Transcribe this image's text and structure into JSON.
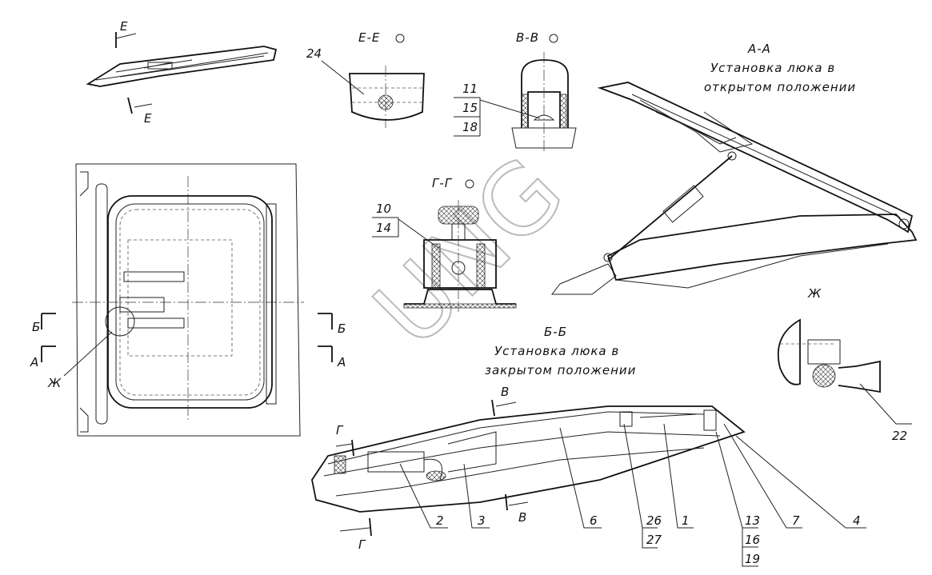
{
  "sections": {
    "E": {
      "title": "Е-Е",
      "marker": "Е",
      "callout": "24"
    },
    "V": {
      "title": "В-В",
      "marker": "В",
      "callouts": [
        "11",
        "15",
        "18"
      ]
    },
    "G": {
      "title": "Г-Г",
      "marker": "Г",
      "callouts": [
        "10",
        "14"
      ]
    },
    "A": {
      "title": "А-А",
      "subtitle_line1": "Установка люка в",
      "subtitle_line2": "открытом положении",
      "marker": "А"
    },
    "B": {
      "title": "Б-Б",
      "subtitle_line1": "Установка люка в",
      "subtitle_line2": "закрытом положении",
      "marker": "Б"
    },
    "Zh": {
      "title": "Ж",
      "marker": "Ж",
      "callout": "22"
    }
  },
  "callouts_bottom": [
    "2",
    "3",
    "6",
    "26",
    "27",
    "1",
    "13",
    "16",
    "19",
    "7",
    "4"
  ],
  "watermark": "UNG",
  "rotation_symbol": "○"
}
